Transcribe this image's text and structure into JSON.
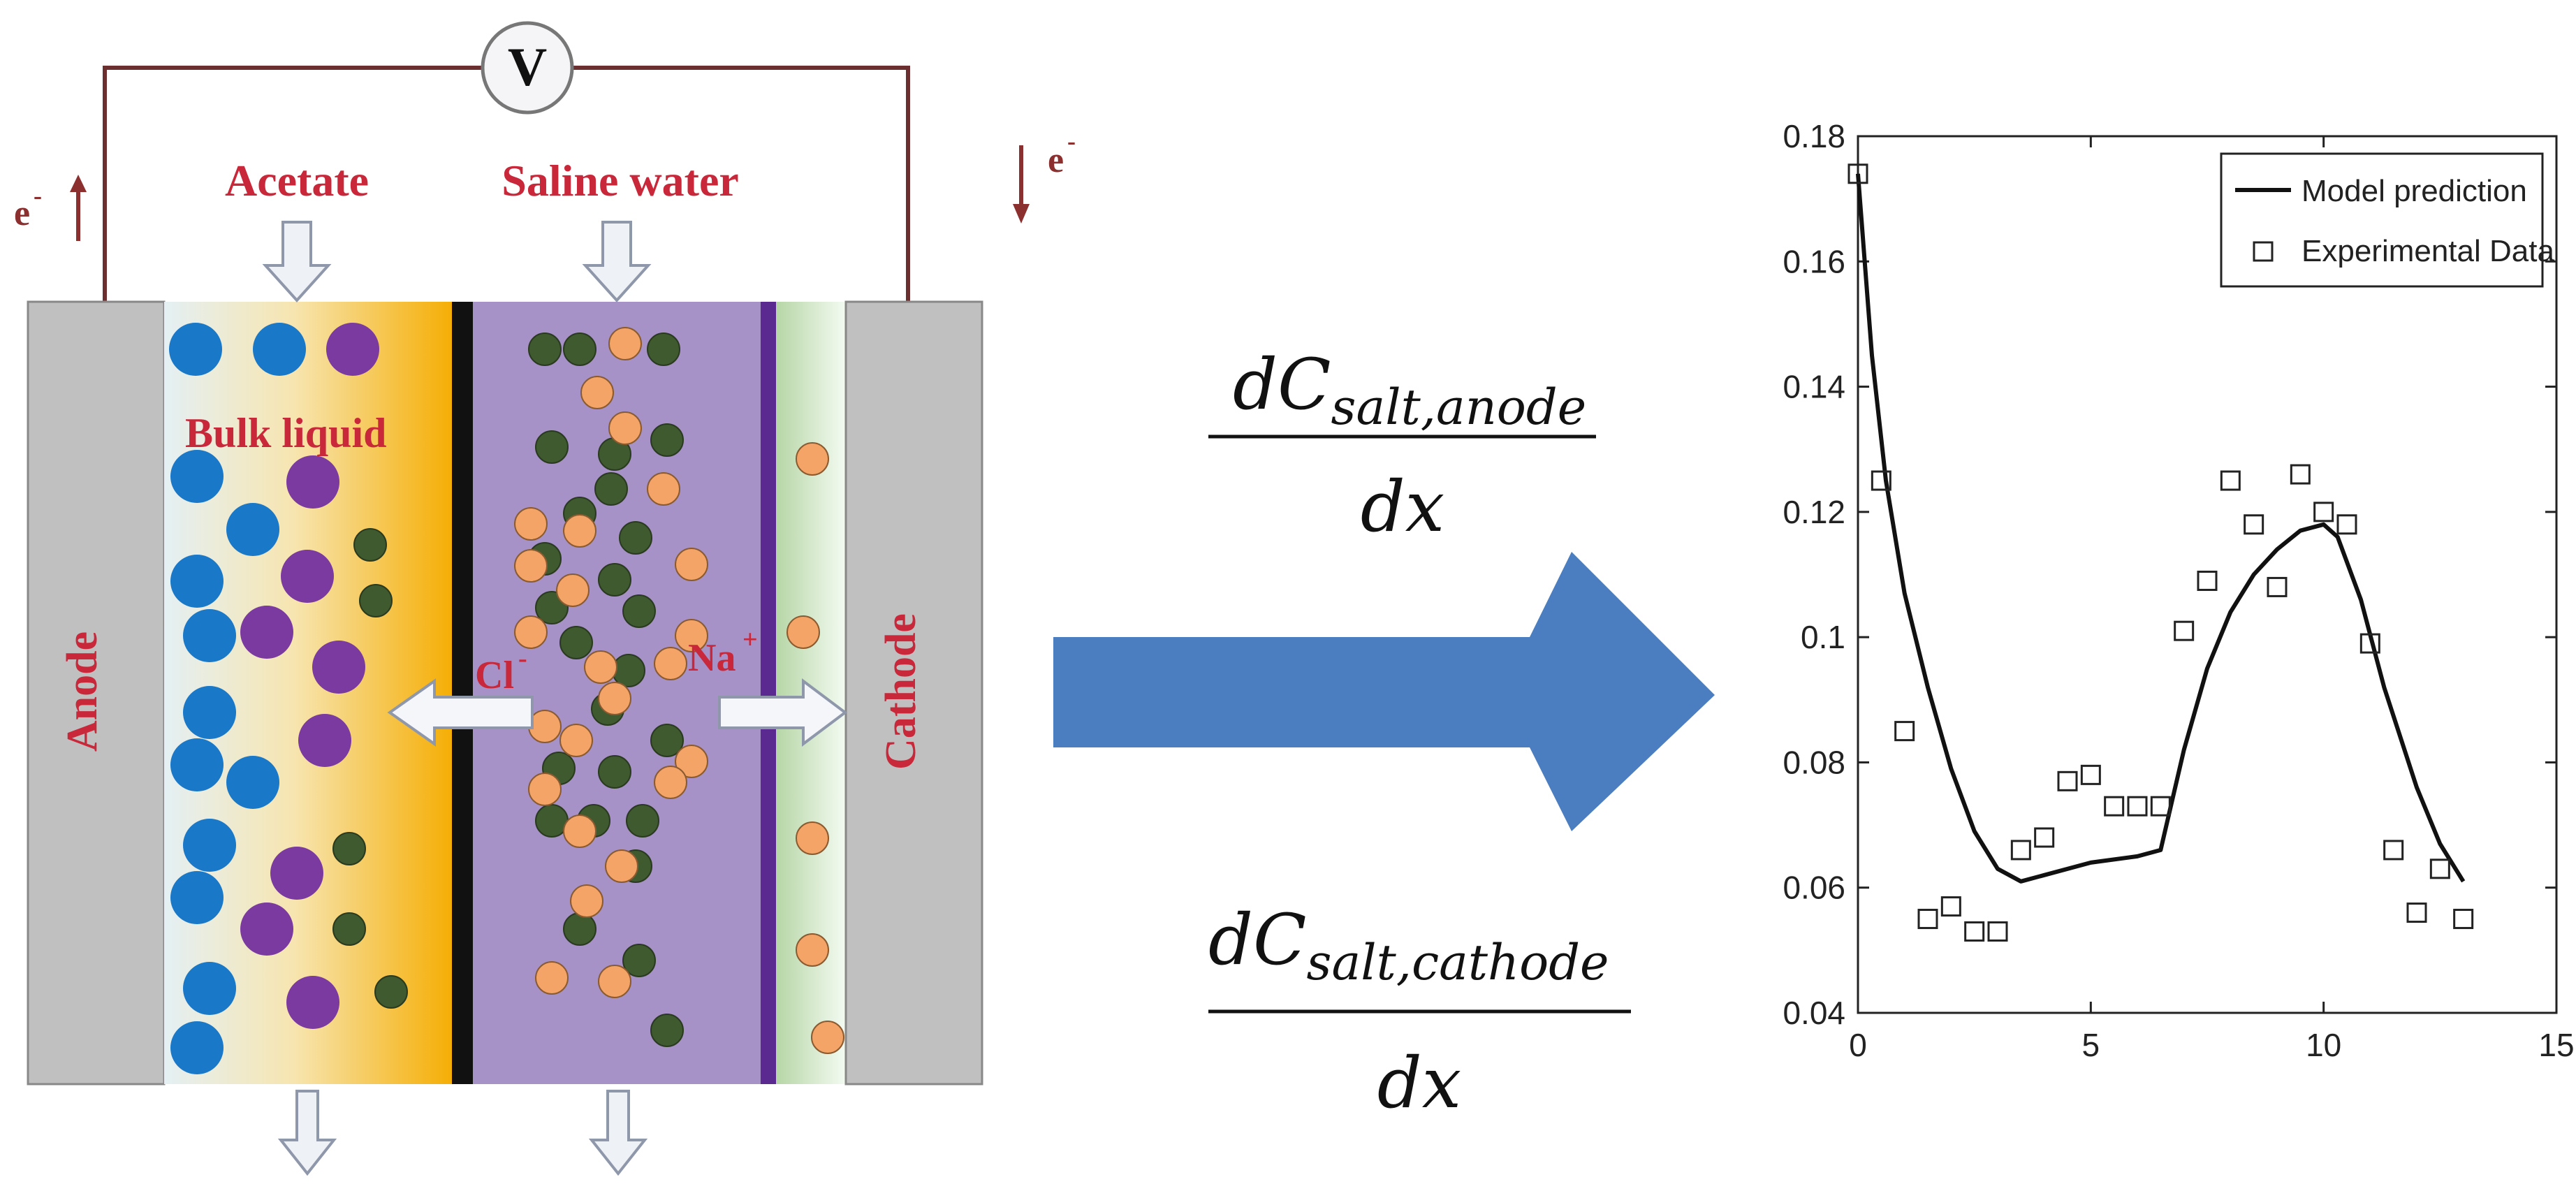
{
  "cell": {
    "voltmeter_label": "V",
    "electron_left": "e",
    "electron_right": "e",
    "electron_superscript": "-",
    "acetate_label": "Acetate",
    "saline_label": "Saline water",
    "bulk_label": "Bulk liquid",
    "anode_label": "Anode",
    "cathode_label": "Cathode",
    "chloride_label": "Cl",
    "sodium_label": "Na",
    "ion_superscript": "-",
    "sodium_superscript": "+",
    "colors": {
      "wire": "#6b2f2f",
      "label_red": "#c8283a",
      "electrode_gray": "#c0c0c0",
      "saline_purple": "#a692c6",
      "blue_particle": "#1a78c8",
      "purple_particle": "#7a3aa0",
      "green_particle": "#3e5a2e",
      "orange_particle": "#f4a466"
    }
  },
  "equations": {
    "anode": {
      "numerator": "dC",
      "subscript": "salt,anode",
      "denominator": "dx"
    },
    "cathode": {
      "numerator": "dC",
      "subscript": "salt,cathode",
      "denominator": "dx"
    }
  },
  "arrow": {
    "color": "#4a7ec0",
    "icon": "right-arrow-icon"
  },
  "chart_data": {
    "type": "line",
    "title": "",
    "xlabel": "",
    "ylabel": "",
    "xlim": [
      0,
      15
    ],
    "ylim": [
      0.04,
      0.18
    ],
    "xticks": [
      0,
      5,
      10,
      15
    ],
    "yticks": [
      0.04,
      0.06,
      0.08,
      0.1,
      0.12,
      0.14,
      0.16,
      0.18
    ],
    "xtick_labels": [
      "0",
      "5",
      "10",
      "15"
    ],
    "ytick_labels": [
      "0.04",
      "0.06",
      "0.08",
      "0.1",
      "0.12",
      "0.14",
      "0.16",
      "0.18"
    ],
    "grid": false,
    "legend_position": "top-right",
    "series": [
      {
        "name": "Model prediction",
        "style": "line",
        "x": [
          0,
          0.3,
          0.6,
          1,
          1.5,
          2,
          2.5,
          3,
          3.5,
          4,
          5,
          6,
          6.5,
          7,
          7.5,
          8,
          8.5,
          9,
          9.5,
          10,
          10.3,
          10.8,
          11.3,
          12,
          12.5,
          13
        ],
        "y": [
          0.174,
          0.145,
          0.125,
          0.107,
          0.092,
          0.079,
          0.069,
          0.063,
          0.061,
          0.062,
          0.064,
          0.065,
          0.066,
          0.082,
          0.095,
          0.104,
          0.11,
          0.114,
          0.117,
          0.118,
          0.116,
          0.106,
          0.092,
          0.076,
          0.067,
          0.061
        ]
      },
      {
        "name": "Experimental Data",
        "style": "marker-square",
        "x": [
          0,
          0.5,
          1,
          1.5,
          2,
          2.5,
          3,
          3.5,
          4,
          4.5,
          5,
          5.5,
          6,
          6.5,
          7,
          7.5,
          8,
          8.5,
          9,
          9.5,
          10,
          10.5,
          11,
          11.5,
          12,
          12.5,
          13
        ],
        "y": [
          0.174,
          0.125,
          0.085,
          0.055,
          0.057,
          0.053,
          0.053,
          0.066,
          0.068,
          0.077,
          0.078,
          0.073,
          0.073,
          0.073,
          0.101,
          0.109,
          0.125,
          0.118,
          0.108,
          0.126,
          0.12,
          0.118,
          0.099,
          0.066,
          0.056,
          0.063,
          0.055
        ]
      }
    ]
  }
}
